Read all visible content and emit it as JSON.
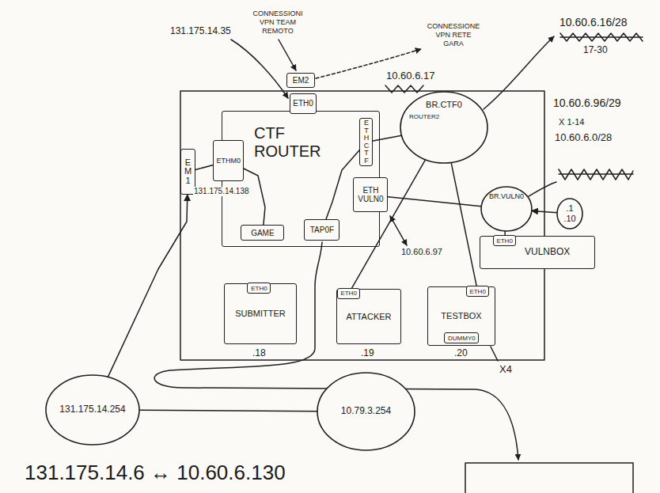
{
  "diagram": {
    "nodes": [
      {
        "text": [
          "CTF ROUTER"
        ]
      },
      {
        "text": [
          "EM2"
        ]
      },
      {
        "text": [
          "ETH0"
        ]
      },
      {
        "text": [
          "ETHM0"
        ],
        "in": 0
      },
      {
        "text": [
          "ETH CTF"
        ],
        "in": 0
      },
      {
        "text": [
          "ETH VULN0"
        ],
        "in": 0
      },
      {
        "text": [
          "GAME"
        ],
        "in": 0
      },
      {
        "text": [
          "TAP0F"
        ],
        "in": 0
      },
      {
        "text": [
          "EM1"
        ]
      },
      {
        "text": [
          "BR.CTF0"
        ]
      },
      {
        "text": [
          "BR.VULN0"
        ]
      },
      {
        "text": [
          ".1 .10"
        ]
      },
      {
        "text": [
          "VULNBOX"
        ]
      },
      {
        "text": [
          "ETH0"
        ],
        "in": 12
      },
      {
        "text": [
          "SUBMITTER"
        ]
      },
      {
        "text": [
          "ETH0"
        ],
        "in": 14
      },
      {
        "text": [
          "ATTACKER"
        ]
      },
      {
        "text": [
          "ETH0"
        ],
        "in": 16
      },
      {
        "text": [
          "TESTBOX"
        ]
      },
      {
        "text": [
          "ETH0"
        ],
        "in": 18
      },
      {
        "text": [
          "DUMMY0"
        ],
        "in": 18
      },
      {
        "text": [
          "131.175.14.254"
        ]
      },
      {
        "text": [
          "10.79.3.254"
        ]
      }
    ],
    "edges": [
      {
        "from": 8,
        "to": 3,
        "arrow": "none"
      },
      {
        "from": 3,
        "to": 6,
        "arrow": "none"
      },
      {
        "from": 4,
        "to": 7,
        "arrow": "none"
      },
      {
        "from": 4,
        "to": 9,
        "arrow": "none"
      },
      {
        "from": 9,
        "to": 17,
        "arrow": "none"
      },
      {
        "from": 9,
        "to": 19,
        "arrow": "none"
      },
      {
        "from": 5,
        "to": 10,
        "arrow": "none"
      },
      {
        "from": 10,
        "to": 13,
        "arrow": "none"
      },
      {
        "from": 11,
        "to": 10,
        "arrow": "to"
      },
      {
        "from": 21,
        "to": 8,
        "arrow": "to"
      },
      {
        "from": 21,
        "to": 22,
        "arrow": "none"
      }
    ],
    "labels": [
      "131.175.14.35",
      "CONNESSIONI VPN TEAM REMOTO",
      "CONNESSIONE VPN RETE GARA",
      "10.60.6.16/28",
      "17-30",
      "10.60.6.17",
      "ROUTER2",
      "10.60.6.96/29",
      "X 1-14",
      "10.60.6.0/28",
      "131.175.14.138",
      "10.60.6.97",
      ".18",
      ".19",
      ".20",
      "X4",
      "131.175.14.6 ↔ 10.60.6.130"
    ]
  }
}
